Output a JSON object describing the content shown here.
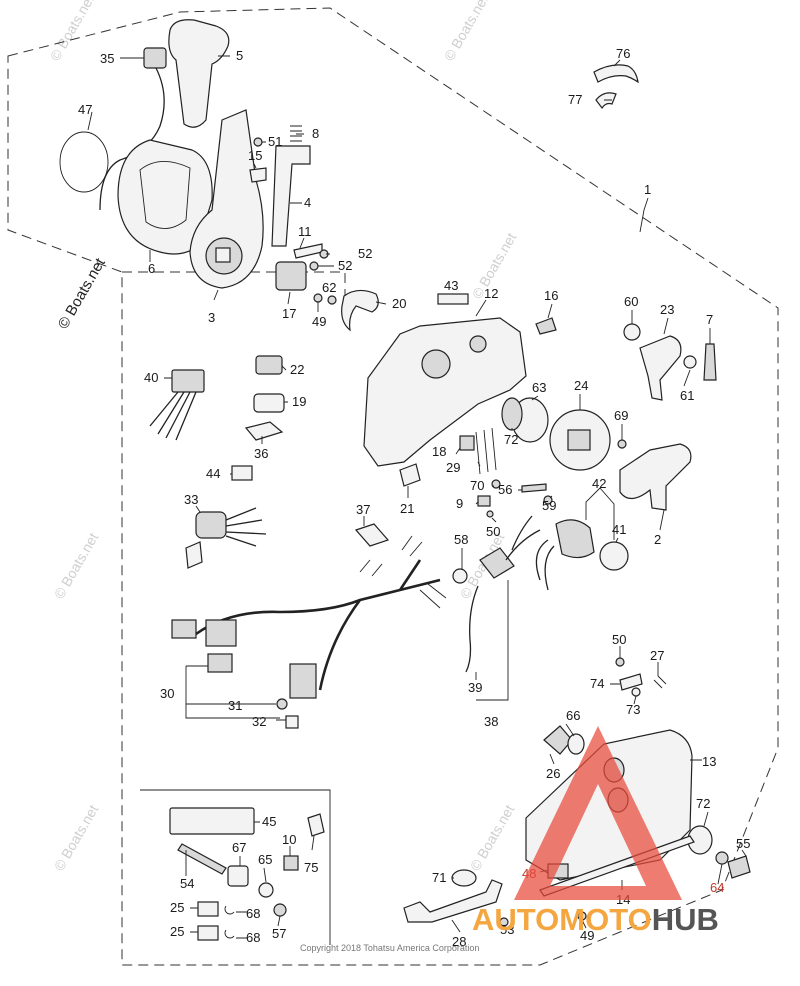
{
  "watermarks": [
    "© Boats.net",
    "© Boats.net",
    "© Boats.net",
    "© Boats.net",
    "© Boats.net",
    "© Boats.net",
    "© Boats.net",
    "© Boats.net"
  ],
  "copyright": "Copyright 2018 Tohatsu America Corporation",
  "logo": {
    "text_a": "AUTO",
    "text_b": "MOTO",
    "text_c": "HUB",
    "color_main": "#f4a640",
    "color_hub": "#555555",
    "color_triangle": "#e84a3a"
  },
  "callouts": [
    {
      "id": "c76",
      "label": "76"
    },
    {
      "id": "c77",
      "label": "77"
    },
    {
      "id": "c35",
      "label": "35"
    },
    {
      "id": "c5",
      "label": "5"
    },
    {
      "id": "c47",
      "label": "47"
    },
    {
      "id": "c51",
      "label": "51"
    },
    {
      "id": "c8",
      "label": "8"
    },
    {
      "id": "c15",
      "label": "15"
    },
    {
      "id": "c1",
      "label": "1"
    },
    {
      "id": "c4",
      "label": "4"
    },
    {
      "id": "c11",
      "label": "11"
    },
    {
      "id": "c52a",
      "label": "52"
    },
    {
      "id": "c52b",
      "label": "52"
    },
    {
      "id": "c6",
      "label": "6"
    },
    {
      "id": "c62",
      "label": "62"
    },
    {
      "id": "c43",
      "label": "43"
    },
    {
      "id": "c12",
      "label": "12"
    },
    {
      "id": "c16",
      "label": "16"
    },
    {
      "id": "c60",
      "label": "60"
    },
    {
      "id": "c23",
      "label": "23"
    },
    {
      "id": "c7",
      "label": "7"
    },
    {
      "id": "c3",
      "label": "3"
    },
    {
      "id": "c17",
      "label": "17"
    },
    {
      "id": "c49a",
      "label": "49"
    },
    {
      "id": "c20",
      "label": "20"
    },
    {
      "id": "c61",
      "label": "61"
    },
    {
      "id": "c22",
      "label": "22"
    },
    {
      "id": "c40",
      "label": "40"
    },
    {
      "id": "c19",
      "label": "19"
    },
    {
      "id": "c63",
      "label": "63"
    },
    {
      "id": "c24",
      "label": "24"
    },
    {
      "id": "c69",
      "label": "69"
    },
    {
      "id": "c36",
      "label": "36"
    },
    {
      "id": "c72a",
      "label": "72"
    },
    {
      "id": "c18",
      "label": "18"
    },
    {
      "id": "c29",
      "label": "29"
    },
    {
      "id": "c44",
      "label": "44"
    },
    {
      "id": "c70",
      "label": "70"
    },
    {
      "id": "c56",
      "label": "56"
    },
    {
      "id": "c42",
      "label": "42"
    },
    {
      "id": "c9",
      "label": "9"
    },
    {
      "id": "c59",
      "label": "59"
    },
    {
      "id": "c33",
      "label": "33"
    },
    {
      "id": "c21",
      "label": "21"
    },
    {
      "id": "c2",
      "label": "2"
    },
    {
      "id": "c37",
      "label": "37"
    },
    {
      "id": "c50a",
      "label": "50"
    },
    {
      "id": "c41",
      "label": "41"
    },
    {
      "id": "c58",
      "label": "58"
    },
    {
      "id": "c50b",
      "label": "50"
    },
    {
      "id": "c27",
      "label": "27"
    },
    {
      "id": "c74",
      "label": "74"
    },
    {
      "id": "c73",
      "label": "73"
    },
    {
      "id": "c39",
      "label": "39"
    },
    {
      "id": "c30",
      "label": "30"
    },
    {
      "id": "c31",
      "label": "31"
    },
    {
      "id": "c38",
      "label": "38"
    },
    {
      "id": "c32",
      "label": "32"
    },
    {
      "id": "c66",
      "label": "66"
    },
    {
      "id": "c13",
      "label": "13"
    },
    {
      "id": "c26",
      "label": "26"
    },
    {
      "id": "c45",
      "label": "45"
    },
    {
      "id": "c72b",
      "label": "72"
    },
    {
      "id": "c10",
      "label": "10"
    },
    {
      "id": "c55",
      "label": "55"
    },
    {
      "id": "c67",
      "label": "67"
    },
    {
      "id": "c65",
      "label": "65"
    },
    {
      "id": "c75",
      "label": "75"
    },
    {
      "id": "c48",
      "label": "48"
    },
    {
      "id": "c64",
      "label": "64"
    },
    {
      "id": "c54",
      "label": "54"
    },
    {
      "id": "c71",
      "label": "71"
    },
    {
      "id": "c14",
      "label": "14"
    },
    {
      "id": "c25a",
      "label": "25"
    },
    {
      "id": "c68a",
      "label": "68"
    },
    {
      "id": "c57",
      "label": "57"
    },
    {
      "id": "c25b",
      "label": "25"
    },
    {
      "id": "c68b",
      "label": "68"
    },
    {
      "id": "c28",
      "label": "28"
    },
    {
      "id": "c53",
      "label": "53"
    },
    {
      "id": "c49b",
      "label": "49"
    }
  ]
}
